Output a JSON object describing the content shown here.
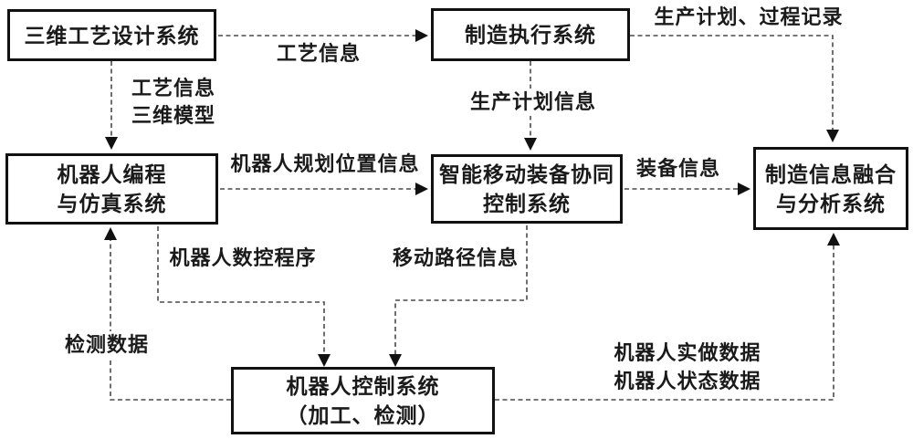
{
  "diagram": {
    "colors": {
      "background": "#ffffff",
      "box_border": "#111111",
      "text": "#1a1a1a",
      "dashed_line": "#4a4a4a",
      "arrowhead": "#111111"
    },
    "boxes": {
      "design": {
        "label": "三维工艺设计系统"
      },
      "mes": {
        "label": "制造执行系统"
      },
      "robot_programming": {
        "label": "机器人编程\n与仿真系统"
      },
      "mobile_equipment": {
        "label": "智能移动装备协同\n控制系统"
      },
      "info_fusion": {
        "label": "制造信息融合\n与分析系统"
      },
      "robot_control": {
        "label": "机器人控制系统\n（加工、检测）"
      }
    },
    "edge_labels": {
      "process_info_top": "工艺信息",
      "process_info_model": "工艺信息\n三维模型",
      "production_plan_record": "生产计划、过程记录",
      "production_plan_info": "生产计划信息",
      "robot_planned_position": "机器人规划位置信息",
      "equipment_info": "装备信息",
      "robot_nc_program": "机器人数控程序",
      "mobile_path_info": "移动路径信息",
      "inspection_data": "检测数据",
      "robot_actual_status": "机器人实做数据\n机器人状态数据"
    }
  }
}
